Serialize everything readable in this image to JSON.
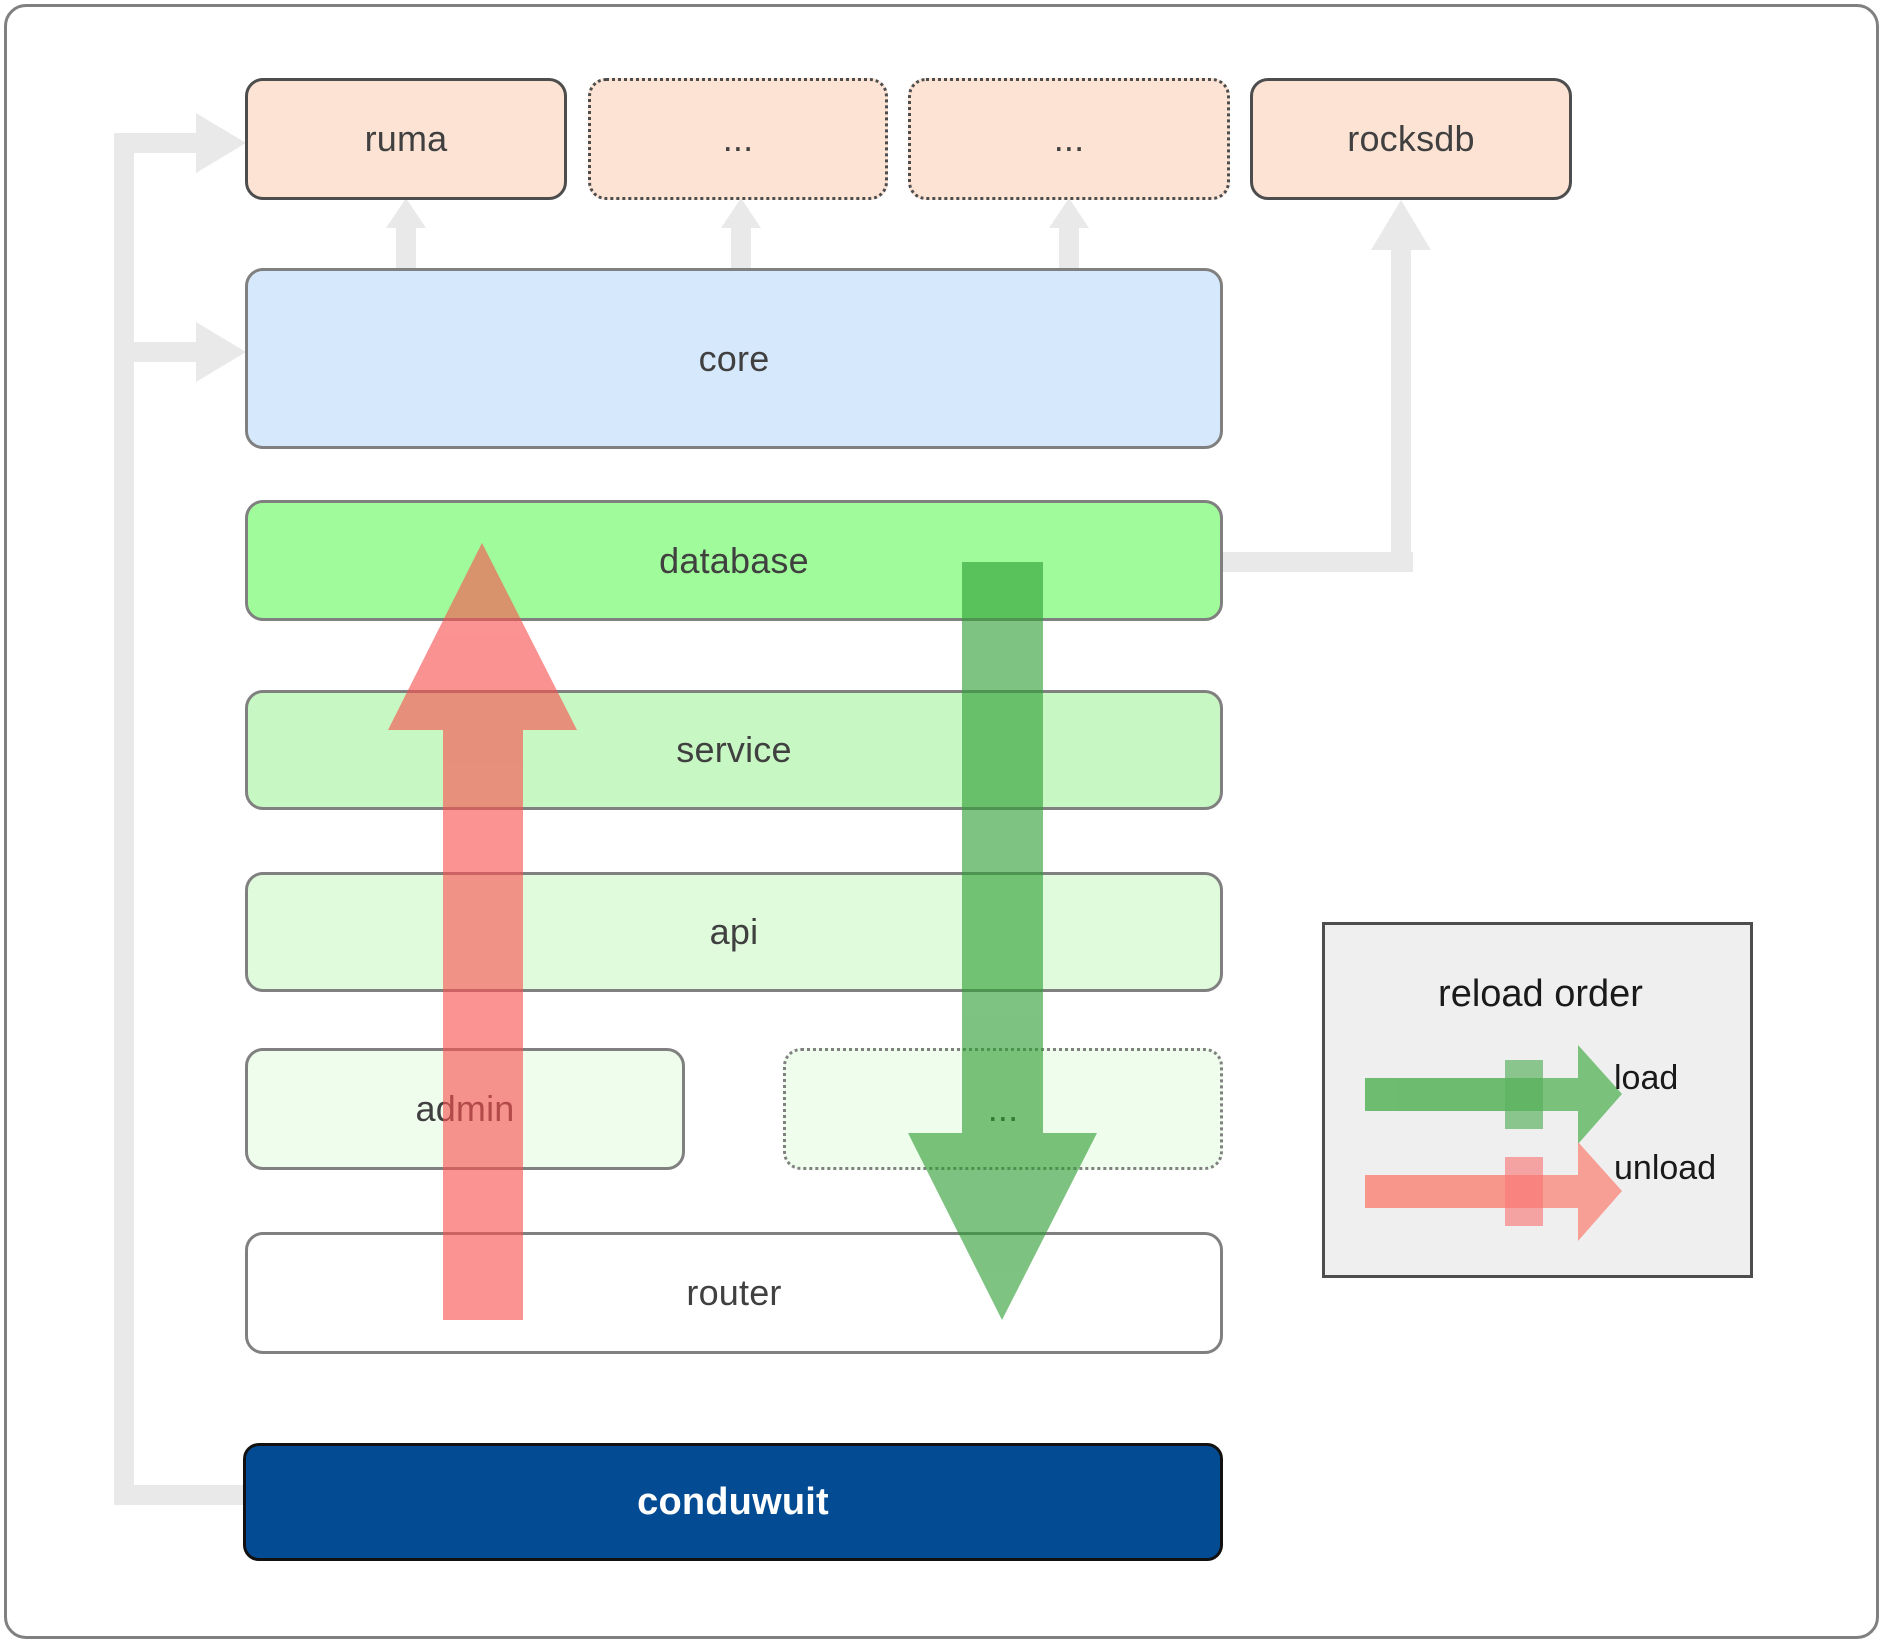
{
  "diagram": {
    "title": "conduwuit crate architecture / reload order",
    "dependencies": [
      {
        "label": "ruma",
        "style": "solid"
      },
      {
        "label": "...",
        "style": "dotted"
      },
      {
        "label": "...",
        "style": "dotted"
      },
      {
        "label": "rocksdb",
        "style": "solid"
      }
    ],
    "core": {
      "label": "core"
    },
    "layers": [
      {
        "label": "database",
        "style": "solid"
      },
      {
        "label": "service",
        "style": "solid"
      },
      {
        "label": "api",
        "style": "solid"
      }
    ],
    "split_row": [
      {
        "label": "admin",
        "style": "solid"
      },
      {
        "label": "...",
        "style": "dotted"
      }
    ],
    "router": {
      "label": "router"
    },
    "root": {
      "label": "conduwuit"
    },
    "legend": {
      "title": "reload order",
      "items": [
        {
          "label": "load",
          "color": "#4CAF50",
          "direction": "right"
        },
        {
          "label": "unload",
          "color": "#FA8072",
          "direction": "right"
        }
      ]
    },
    "flow_arrows": [
      {
        "name": "unload",
        "color": "#FA8072",
        "direction": "up",
        "from": "router",
        "to": "database"
      },
      {
        "name": "load",
        "color": "#4CAF50",
        "direction": "down",
        "from": "database",
        "to": "router"
      }
    ],
    "colors": {
      "dependency_fill": "#FCE3D3",
      "core_fill": "#D6E8FB",
      "database_fill": "#A0FB9A",
      "service_fill": "#C7F7C2",
      "api_fill": "#DFFBDC",
      "admin_fill": "#EFFDED",
      "router_fill": "#FFFFFF",
      "root_fill": "#034C94",
      "connector_gray": "#E9E9E9",
      "legend_fill": "#EFEFEF",
      "border_gray": "#808080",
      "border_dark": "#4D4D4D"
    }
  }
}
